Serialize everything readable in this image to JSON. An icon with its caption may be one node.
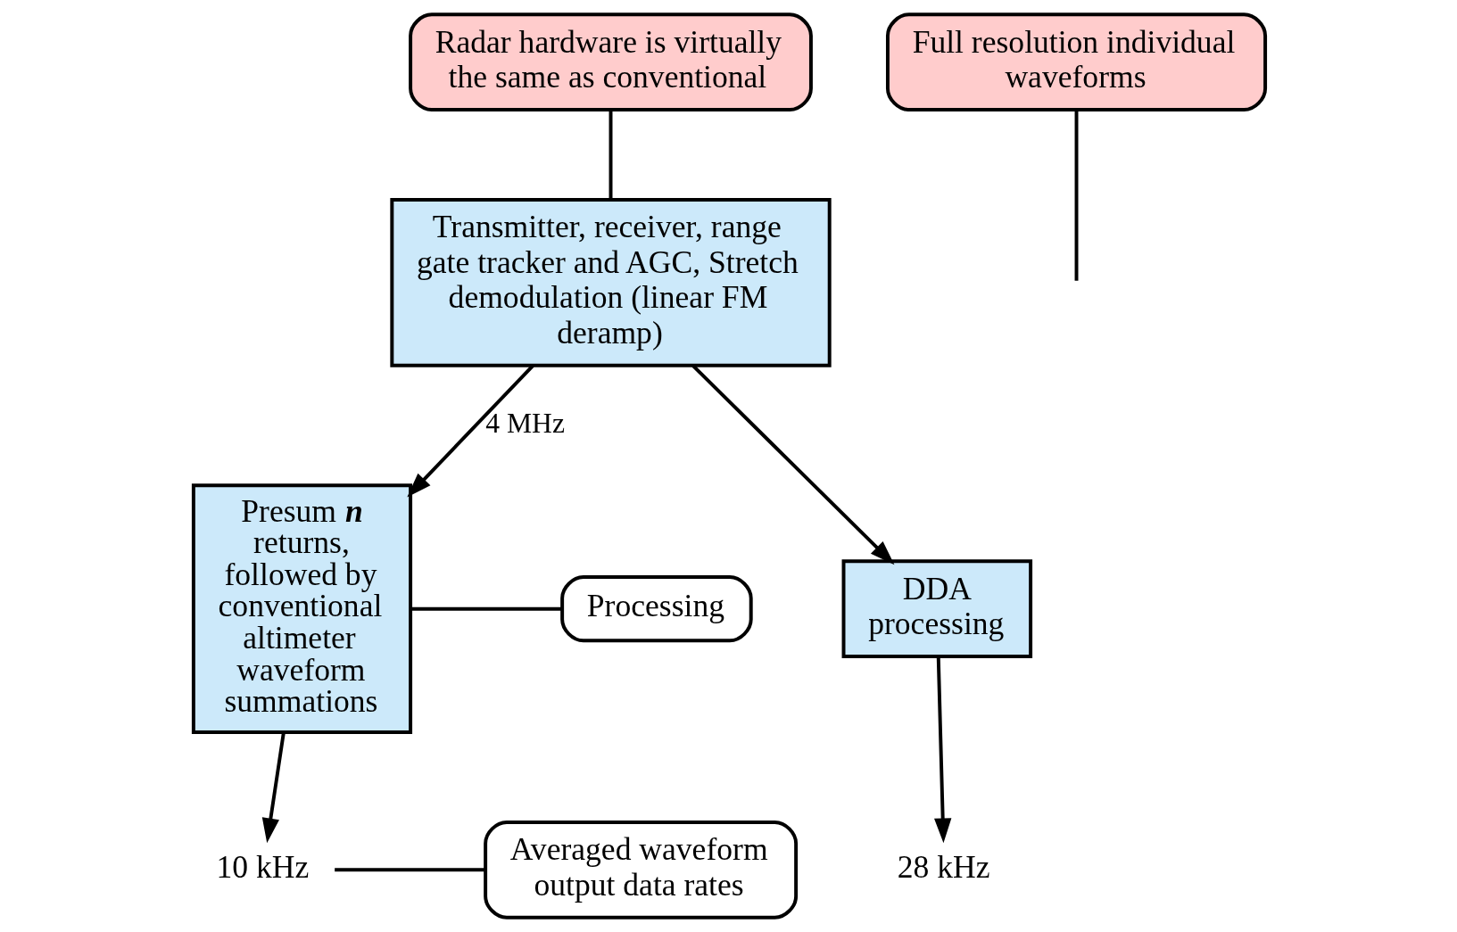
{
  "diagram": {
    "nodes": [
      {
        "text": [
          "Radar hardware is virtually the same as conventional"
        ]
      },
      {
        "text": [
          "Transmitter, receiver, range gate tracker and AGC, Stretch demodulation (linear FM deramp)"
        ]
      },
      {
        "text": [
          "Full resolution individual waveforms"
        ]
      },
      {
        "text": [
          "Presum **n** returns, followed by conventional altimeter waveform summations"
        ]
      },
      {
        "text": [
          "DDA processing"
        ]
      },
      {
        "text": [
          "Processing"
        ]
      },
      {
        "text": [
          "Averaged waveform output data rates"
        ]
      },
      {
        "text": [
          "10 kHz"
        ]
      },
      {
        "text": [
          "28 kHz"
        ]
      }
    ],
    "edges": [
      {
        "from": 0,
        "to": 1,
        "arrow": "none"
      },
      {
        "from": 2,
        "to": null,
        "arrow": "none"
      },
      {
        "from": 1,
        "to": 3,
        "arrow": "to",
        "label": "4 MHz"
      },
      {
        "from": 1,
        "to": 4,
        "arrow": "to"
      },
      {
        "from": 5,
        "to": 3,
        "arrow": "none"
      },
      {
        "from": 3,
        "to": 7,
        "arrow": "to"
      },
      {
        "from": 4,
        "to": 8,
        "arrow": "to"
      },
      {
        "from": 6,
        "to": 7,
        "arrow": "none"
      }
    ]
  }
}
